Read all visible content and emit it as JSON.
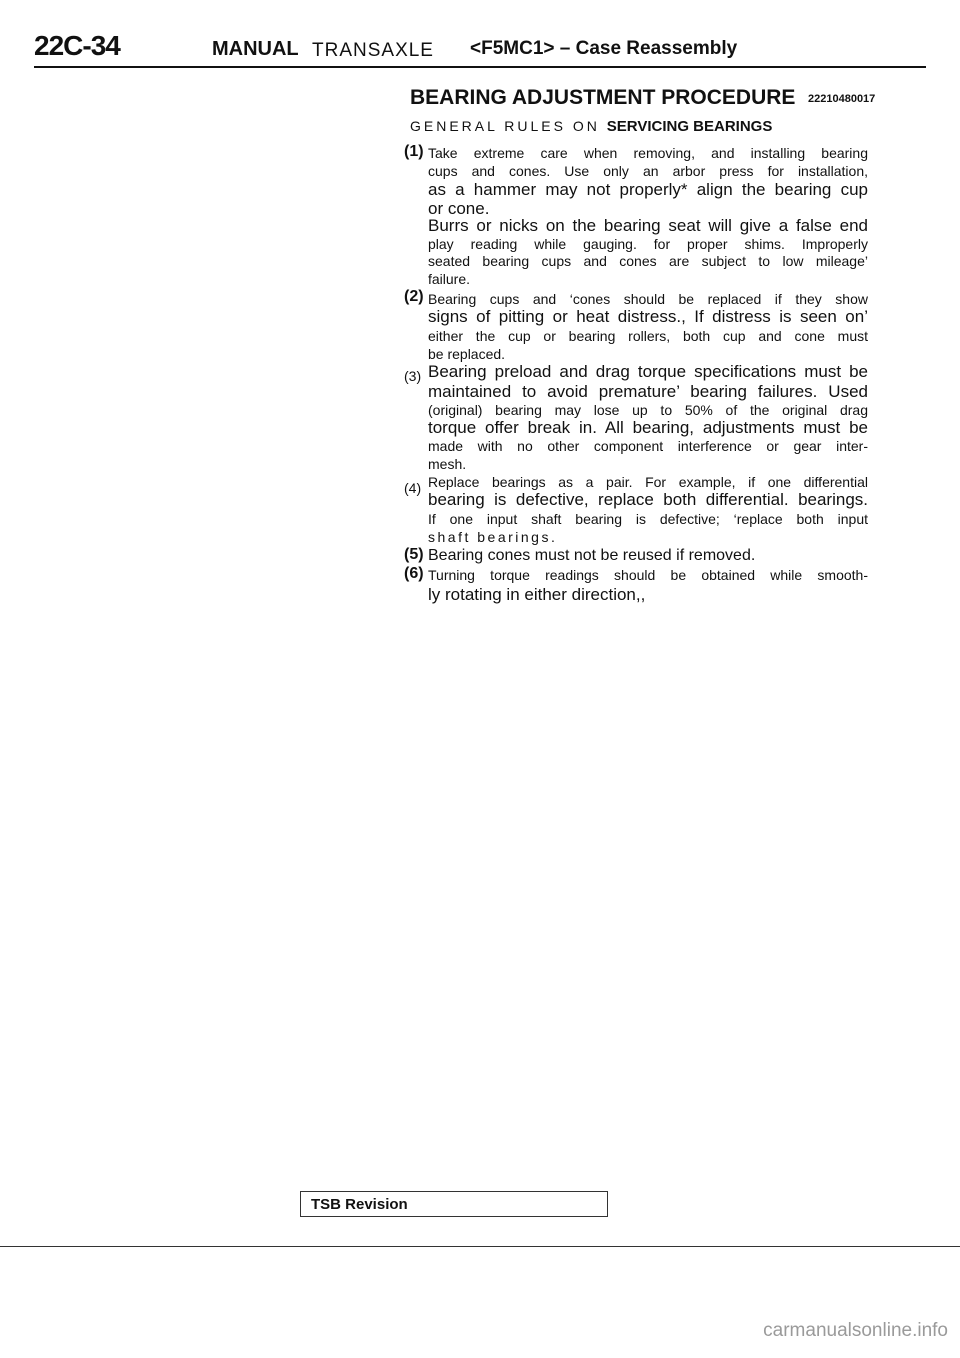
{
  "header": {
    "page_number": "22C-34",
    "manual": "MANUAL",
    "transaxle": "TRANSAXLE",
    "model_section": "<F5MC1> – Case Reassembly"
  },
  "section": {
    "title": "BEARING ADJUSTMENT PROCEDURE",
    "code": "22210480017",
    "subtitle_prefix": "GENERAL RULES ON",
    "subtitle_bold": "SERVICING BEARINGS"
  },
  "rules": [
    {
      "number": "(1)",
      "lines": [
        "Take extreme care when removing, and installing bearing",
        "cups and cones. Use only an arbor press for installation,",
        "as a hammer may not properly* align the bearing cup",
        "or cone.",
        "Burrs or nicks on the bearing seat will give a false end",
        "play reading while gauging. for proper shims. Improperly",
        "seated bearing cups and cones are subject to low mileage’",
        "failure."
      ]
    },
    {
      "number": "(2)",
      "lines": [
        "Bearing cups and ‘cones should be replaced if they show",
        "signs of pitting or heat distress., If distress is seen on’",
        "either the cup or bearing rollers, both cup and cone must",
        "be replaced."
      ]
    },
    {
      "number": "(3)",
      "lines": [
        "Bearing preload and drag torque specifications must be",
        "maintained to avoid premature’ bearing failures. Used",
        "(original) bearing may lose up to 50% of the original drag",
        "torque offer break in. All bearing, adjustments must be",
        "made with no other component interference or gear inter-",
        "mesh."
      ]
    },
    {
      "number": "(4)",
      "lines": [
        "Replace bearings as a pair. For example, if one differential",
        "bearing is defective, replace both differential. bearings.",
        "If one input shaft bearing is defective; ‘replace both input",
        "shaft bearings."
      ]
    },
    {
      "number": "(5)",
      "lines": [
        "Bearing cones must not be reused if removed."
      ]
    },
    {
      "number": "(6)",
      "lines": [
        "Turning torque readings should be obtained while smooth-",
        "ly rotating in either direction,,"
      ]
    }
  ],
  "footer": {
    "label": "TSB Revision"
  },
  "watermark": "carmanualsonline.info"
}
